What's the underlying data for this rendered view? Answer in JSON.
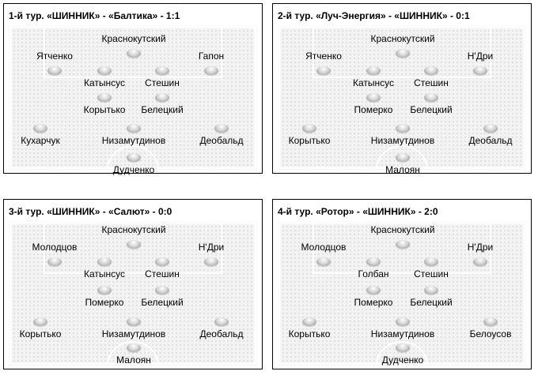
{
  "panels": [
    {
      "title": "1-й тур.  «ШИННИК» - «Балтика» - 1:1",
      "players": {
        "gk": "Дудченко",
        "lb": "Кухарчук",
        "cb": "Низамутдинов",
        "rb": "Деобальд",
        "dm1": "Корытько",
        "dm2": "Белецкий",
        "cm1": "Катынсус",
        "cm2": "Стешин",
        "lw": "Ятченко",
        "rw": "Гапон",
        "fw": "Краснокутский"
      }
    },
    {
      "title": "2-й тур.  «Луч-Энергия» - «ШИННИК» - 0:1",
      "players": {
        "gk": "Малоян",
        "lb": "Корытько",
        "cb": "Низамутдинов",
        "rb": "Деобальд",
        "dm1": "Померко",
        "dm2": "Белецкий",
        "cm1": "Катынсус",
        "cm2": "Стешин",
        "lw": "Ятченко",
        "rw": "Н'Дри",
        "fw": "Краснокутский"
      }
    },
    {
      "title": "3-й тур.  «ШИННИК» - «Салют» - 0:0",
      "players": {
        "gk": "Малоян",
        "lb": "Корытько",
        "cb": "Низамутдинов",
        "rb": "Деобальд",
        "dm1": "Померко",
        "dm2": "Белецкий",
        "cm1": "Катынсус",
        "cm2": "Стешин",
        "lw": "Молодцов",
        "rw": "Н'Дри",
        "fw": "Краснокутский"
      }
    },
    {
      "title": "4-й тур.  «Ротор» - «ШИННИК» - 2:0",
      "players": {
        "gk": "Дудченко",
        "lb": "Корытько",
        "cb": "Низамутдинов",
        "rb": "Белоусов",
        "dm1": "Померко",
        "dm2": "Белецкий",
        "cm1": "Голбан",
        "cm2": "Стешин",
        "lw": "Молодцов",
        "rw": "Н'Дри",
        "fw": "Краснокутский"
      }
    }
  ]
}
